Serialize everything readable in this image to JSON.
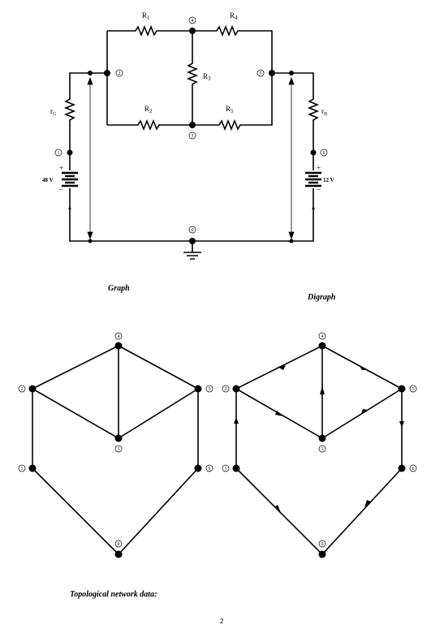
{
  "circuit": {
    "resistors": {
      "r1": "R",
      "r1_sub": "1",
      "r2": "R",
      "r2_sub": "2",
      "r3": "R",
      "r3_sub": "3",
      "r4": "R",
      "r4_sub": "4",
      "r5": "R",
      "r5_sub": "5",
      "rg": "r",
      "rg_sub": "G",
      "rb": "r",
      "rb_sub": "B"
    },
    "sources": {
      "left_voltage": "48 V",
      "right_voltage": "12 V",
      "plus": "+",
      "minus": "–"
    },
    "nodes": {
      "n0": "0",
      "n1": "1",
      "n2": "2",
      "n3": "3",
      "n4": "4",
      "n5": "5",
      "n6": "6"
    }
  },
  "captions": {
    "graph": "Graph",
    "digraph": "Digraph",
    "topological": "Topological network data:"
  },
  "graph_nodes": {
    "n0": "0",
    "n1": "1",
    "n2": "2",
    "n3": "3",
    "n4": "4",
    "n5": "5",
    "n6": "6"
  },
  "page_number": "2"
}
